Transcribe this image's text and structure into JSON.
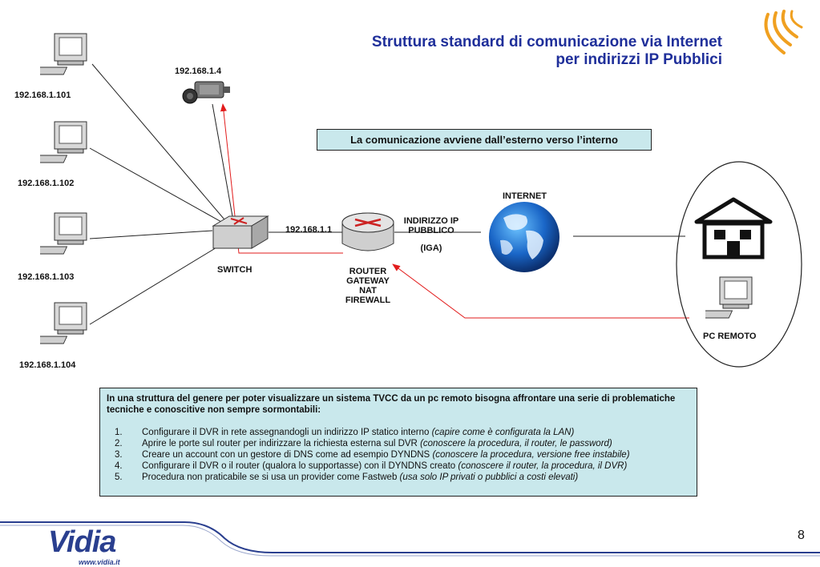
{
  "title": {
    "line1": "Struttura standard di comunicazione via Internet",
    "line2": "per indirizzi IP Pubblici"
  },
  "info_box": "La comunicazione avviene dall’esterno verso l’interno",
  "pcs": [
    {
      "ip": "192.168.1.101"
    },
    {
      "ip": "192.168.1.102"
    },
    {
      "ip": "192.168.1.103"
    },
    {
      "ip": "192.168.1.104"
    }
  ],
  "camera": {
    "ip": "192.168.1.4"
  },
  "switch": {
    "label": "SWITCH"
  },
  "router": {
    "ip": "192.168.1.1",
    "label_lines": [
      "ROUTER",
      "GATEWAY",
      "NAT",
      "FIREWALL"
    ],
    "public_ip_lines": [
      "INDIRIZZO IP",
      "PUBBLICO"
    ],
    "iga": "(IGA)"
  },
  "internet": {
    "label": "INTERNET"
  },
  "remote": {
    "label": "PC REMOTO"
  },
  "description": {
    "intro": "In una struttura del genere per poter visualizzare un sistema TVCC da un pc remoto bisogna affrontare una serie di problematiche tecniche e conoscitive non sempre sormontabili:",
    "items": [
      {
        "num": "1.",
        "text": "Configurare il DVR in rete assegnandogli un indirizzo IP statico interno ",
        "note": "(capire come è configurata la LAN)"
      },
      {
        "num": "2.",
        "text": "Aprire le porte sul router per indirizzare la richiesta esterna sul DVR ",
        "note": "(conoscere la procedura, il router, le password)"
      },
      {
        "num": "3.",
        "text": "Creare un account con un gestore di DNS come ad esempio DYNDNS ",
        "note": "(conoscere la procedura, versione free instabile)"
      },
      {
        "num": "4.",
        "text": "Configurare il DVR o il router (qualora lo supportasse) con il DYNDNS creato ",
        "note": "(conoscere il router, la procedura, il DVR)"
      },
      {
        "num": "5.",
        "text": "Procedura non praticabile se si usa un provider come Fastweb ",
        "note": "(usa solo IP privati o pubblici a costi elevati)"
      }
    ]
  },
  "footer": {
    "logo_text": "Vidia",
    "url": "www.vidia.it",
    "page_number": "8"
  },
  "colors": {
    "title": "#1f2f9a",
    "box_fill": "#c9e8ec",
    "red_arrow": "#e21b1b",
    "footer_blue": "#2a3f8f",
    "logo_orange": "#f0a020"
  }
}
